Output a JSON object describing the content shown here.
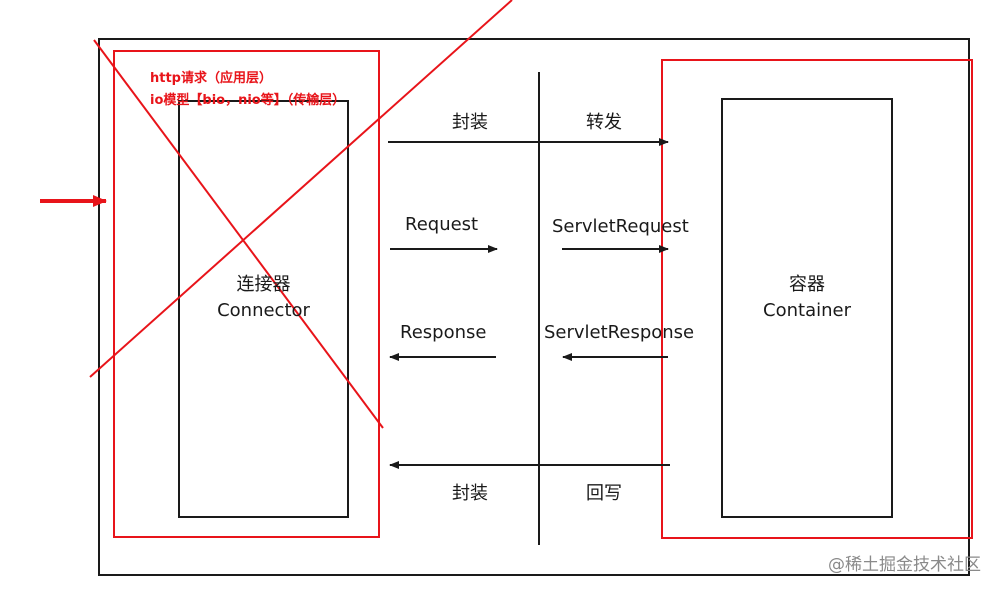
{
  "connector": {
    "title_cn": "连接器",
    "title_en": "Connector"
  },
  "container": {
    "title_cn": "容器",
    "title_en": "Container"
  },
  "labels": {
    "encapsulate_top": "封装",
    "forward": "转发",
    "request": "Request",
    "servlet_request": "ServletRequest",
    "response": "Response",
    "servlet_response": "ServletResponse",
    "encapsulate_bottom": "封装",
    "write_back": "回写"
  },
  "annotation": {
    "line1": "http请求（应用层）",
    "line2": "io模型【bio，nio等】（传输层）"
  },
  "watermark": "@稀土掘金技术社区",
  "colors": {
    "annotation_red": "#e8141a",
    "line_black": "#1a1a1a"
  }
}
